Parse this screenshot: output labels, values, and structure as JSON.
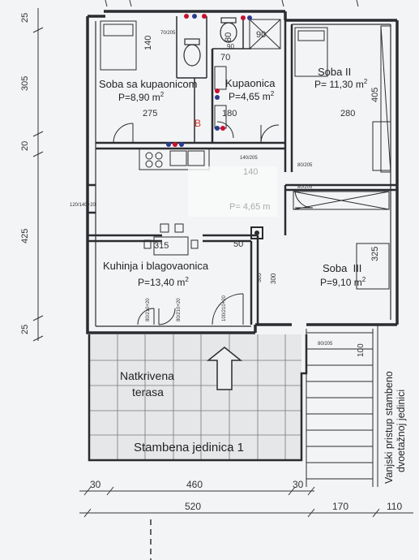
{
  "rooms": {
    "soba_kupaonica": {
      "name": "Soba sa kupaonicom",
      "area": "P=8,90 m",
      "sup": "2"
    },
    "kupaonica": {
      "name": "Kupaonica",
      "area": "P=4,65 m",
      "sup": "2"
    },
    "soba2": {
      "name": "Soba II",
      "area": "P= 11,30 m",
      "sup": "2"
    },
    "kuhinja": {
      "name": "Kuhinja i blagovaonica",
      "area": "P=13,40 m",
      "sup": "2"
    },
    "soba3": {
      "name": "Soba  III",
      "area": "P=9,10 m",
      "sup": "2"
    },
    "terasa": {
      "line1": "Natkrivena",
      "line2": "terasa"
    },
    "hall_faded": {
      "line1": "140",
      "line2": "P= 4,65 m"
    }
  },
  "unit_label": "Stambena jedinica 1",
  "side_label": {
    "line1": "Vanjski pristup stambeno",
    "line2": "dvoetažnoj jedinici"
  },
  "dims": {
    "left": [
      "25",
      "305",
      "20",
      "425",
      "25"
    ],
    "bottom_sub": [
      "30",
      "460",
      "30"
    ],
    "bottom_total": "520",
    "bottom_right": [
      "170",
      "110"
    ],
    "room_widths": [
      "275",
      "180",
      "280",
      "315",
      "50"
    ],
    "vertical": [
      "140",
      "405",
      "325",
      "300",
      "305"
    ],
    "top": [
      "80",
      "90",
      "70",
      "90"
    ],
    "door_marks": [
      "70/205",
      "80/205",
      "80/205",
      "80/205",
      "120/140+20",
      "80/210+20",
      "80/210+20",
      "100/210+20",
      "140/205",
      "100"
    ]
  },
  "marks": {
    "b": "B"
  },
  "colors": {
    "line": "#2a2c30",
    "paper": "#f3f4f5",
    "red": "#c8102e",
    "blue": "#2b3a8f",
    "markRed": "#d0342c"
  }
}
